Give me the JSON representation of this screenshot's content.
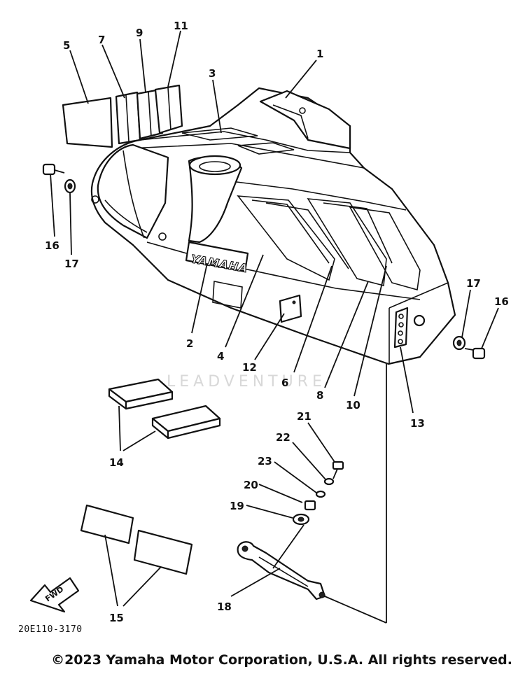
{
  "diagram": {
    "code": "20E110-3170",
    "logo_text": "YAMAHA",
    "direction_arrow_text": "FWD",
    "watermark": "LEADVENTURE",
    "callouts": [
      {
        "id": "c1",
        "label": "1"
      },
      {
        "id": "c2",
        "label": "2"
      },
      {
        "id": "c3",
        "label": "3"
      },
      {
        "id": "c4",
        "label": "4"
      },
      {
        "id": "c5",
        "label": "5"
      },
      {
        "id": "c6",
        "label": "6"
      },
      {
        "id": "c7",
        "label": "7"
      },
      {
        "id": "c8",
        "label": "8"
      },
      {
        "id": "c9",
        "label": "9"
      },
      {
        "id": "c10",
        "label": "10"
      },
      {
        "id": "c11",
        "label": "11"
      },
      {
        "id": "c12",
        "label": "12"
      },
      {
        "id": "c13",
        "label": "13"
      },
      {
        "id": "c14",
        "label": "14"
      },
      {
        "id": "c15",
        "label": "15"
      },
      {
        "id": "c16a",
        "label": "16"
      },
      {
        "id": "c16b",
        "label": "16"
      },
      {
        "id": "c17a",
        "label": "17"
      },
      {
        "id": "c17b",
        "label": "17"
      },
      {
        "id": "c18",
        "label": "18"
      },
      {
        "id": "c19",
        "label": "19"
      },
      {
        "id": "c20",
        "label": "20"
      },
      {
        "id": "c21",
        "label": "21"
      },
      {
        "id": "c22",
        "label": "22"
      },
      {
        "id": "c23",
        "label": "23"
      }
    ]
  },
  "footer": {
    "copyright": "©2023 Yamaha Motor Corporation, U.S.A. All rights reserved."
  }
}
